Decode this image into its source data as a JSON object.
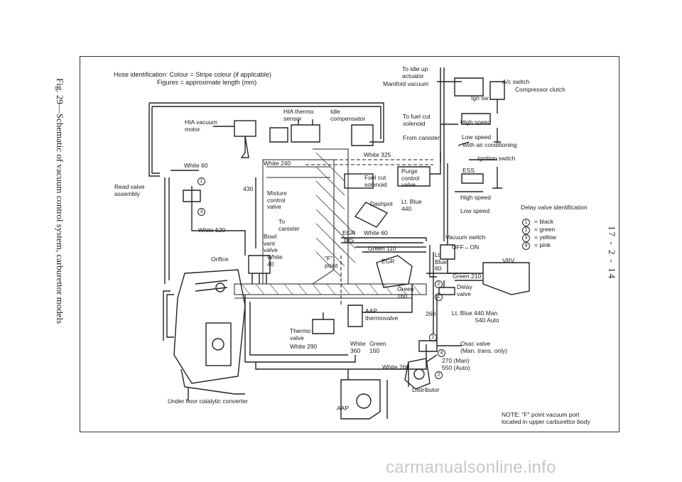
{
  "figure": {
    "side_caption": "Fig. 29—Schematic of vacuum control system, carburettor models",
    "page_number": "17 - 2 - 14",
    "watermark": "carmanualsonline.info"
  },
  "header": {
    "hose_line1": "Hose identification:  Colour  =  Stripe colour (if applicable)",
    "hose_line2": "Figures  =  approximate length (mm)"
  },
  "labels": {
    "idle_actuator": "To idle up\nactuator",
    "manifold_vacuum": "Manifold vacuum",
    "ac_switch": "A/c switch",
    "compressor_clutch": "Compressor clutch",
    "ign_sw": "Ign sw",
    "hia_thermo": "HIA thermo\nsensor",
    "idle_comp": "Idle\ncompensator",
    "to_fuel_cut": "To fuel cut\nsolenoid",
    "high_speed_1": "High speed",
    "low_speed_1": "Low speed",
    "from_canister": "From canister",
    "with_ac": "With air conditioning",
    "hia_vacuum_motor": "HIA vacuum\nmotor",
    "white_325": "White 325",
    "ignition_switch": "Ignition switch",
    "white_60": "White 60",
    "white_240": "White 240",
    "fuel_cut_solenoid": "Fuel cut\nsolenoid",
    "purge_control": "Purge\ncontrol\nvalve",
    "ess": "ESS",
    "read_valve": "Read valve\nassembly",
    "num_430": "430",
    "mixture_control": "Mixture\ncontrol\nvalve",
    "dashpot": "Dashpot",
    "lt_blue_440_top": "Lt. Blue\n440",
    "high_speed_2": "High speed",
    "low_speed_2": "Low speed",
    "delay_title": "Delay valve identification",
    "to_canister": "To\ncanister",
    "white_520": "White 520",
    "bowl_vent": "Bowl\nvent\nvalve",
    "egr_white60": "EGR     White 60",
    "vacuum_switch": "Vacuum switch",
    "off_on": "OFF↔ON",
    "dis": "DIS",
    "white_40": "White\n40",
    "green_110": "Green 110",
    "orifice": "Orifice",
    "f_point": "\"F\"\npoint",
    "egr_box": "EGR",
    "lt_blue_60": "Lt.\nBlue\n60",
    "vrv": "VRV",
    "green_210": "Green 210",
    "delay_valve": "Delay\nvalve",
    "green_160": "Green\n160",
    "aap_thermo": "AAP\nthermovalve",
    "num_260": "260",
    "lt_blue_440_man": "Lt. Blue 440 Man\n              540 Auto",
    "thermo_valve": "Thermo\nvalve",
    "white_290": "White 290",
    "white_360": "White\n360",
    "green_160b": "Green\n160",
    "osac_valve": "Osac valve\n(Man. trans. only)",
    "white_260": "White 260",
    "man_auto": "270 (Man)\n550 (Auto)",
    "distributor": "Distributor",
    "aap": "AAP",
    "catalytic": "Under floor catalytic converter",
    "note": "NOTE: \"F\" point vacuum port\nlocated in upper carburettor body"
  },
  "delay_legend": [
    {
      "num": "1",
      "text": "=  black"
    },
    {
      "num": "2",
      "text": "=  green"
    },
    {
      "num": "3",
      "text": "=  yellow"
    },
    {
      "num": "4",
      "text": "=  pink"
    }
  ]
}
